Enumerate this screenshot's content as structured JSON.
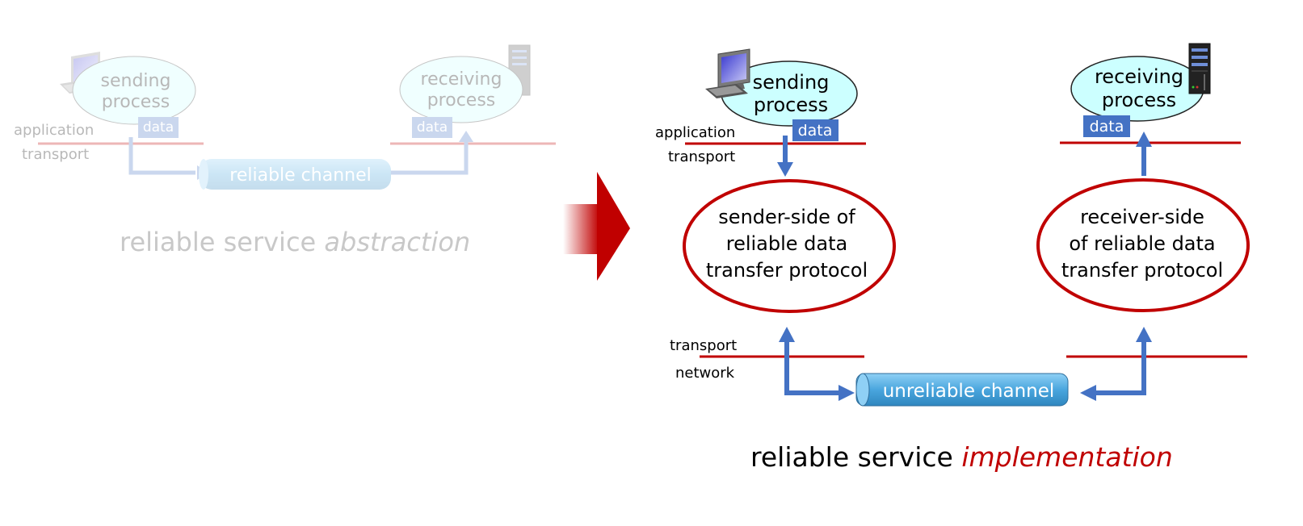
{
  "abstraction": {
    "sending_process": [
      "sending",
      "process"
    ],
    "receiving_process": [
      "receiving",
      "process"
    ],
    "data_label_send": "data",
    "data_label_recv": "data",
    "layer_application": "application",
    "layer_transport": "transport",
    "channel_label": "reliable channel",
    "caption_plain": "reliable service ",
    "caption_emph": "abstraction"
  },
  "implementation": {
    "sending_process": [
      "sending",
      "process"
    ],
    "receiving_process": [
      "receiving",
      "process"
    ],
    "data_label_send": "data",
    "data_label_recv": "data",
    "layer_application": "application",
    "layer_transport_top": "transport",
    "layer_transport_bottom": "transport",
    "layer_network": "network",
    "sender_protocol": [
      "sender-side of",
      "reliable data",
      "transfer protocol"
    ],
    "receiver_protocol": [
      "receiver-side",
      "of reliable data",
      "transfer protocol"
    ],
    "channel_label": "unreliable channel",
    "caption_plain": "reliable service ",
    "caption_emph": "implementation"
  },
  "colors": {
    "red": "#c00000",
    "blue_arrow": "#4472c4",
    "data_box": "#4472c4",
    "process_fill": "#ccffff",
    "channel_fill": "#5fb3e6"
  }
}
